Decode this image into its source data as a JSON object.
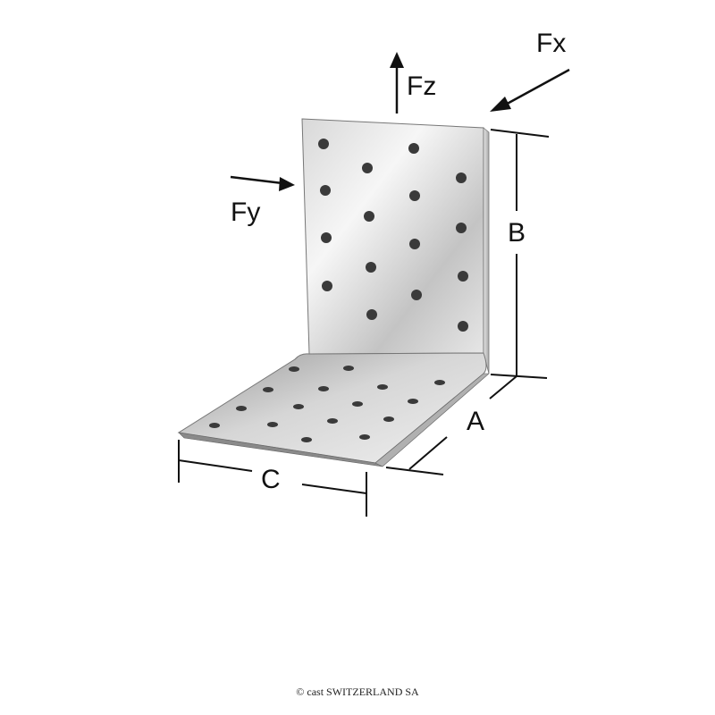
{
  "labels": {
    "fx": "Fx",
    "fy": "Fy",
    "fz": "Fz",
    "dim_a": "A",
    "dim_b": "B",
    "dim_c": "C"
  },
  "copyright": "© cast SWITZERLAND SA",
  "colors": {
    "line": "#111111",
    "metal_light": "#f2f2f2",
    "metal_mid": "#c9c9c9",
    "metal_dark": "#8e8e8e",
    "hole": "#3a3a3a"
  }
}
